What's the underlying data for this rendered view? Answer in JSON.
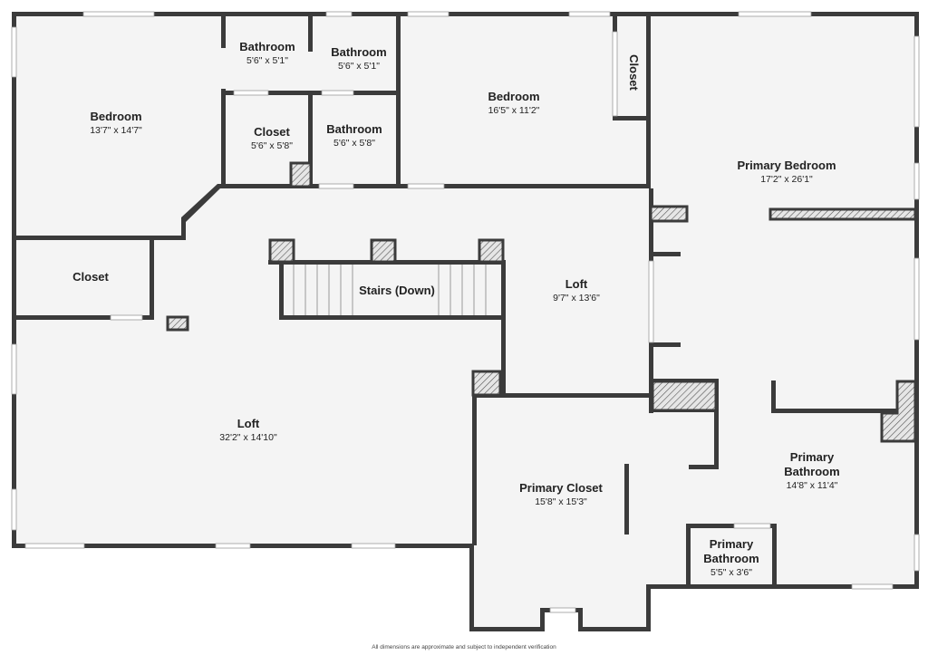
{
  "rooms": {
    "bedroom_left": {
      "name": "Bedroom",
      "dim": "13'7\" x 14'7\""
    },
    "bathroom_1": {
      "name": "Bathroom",
      "dim": "5'6\" x 5'1\""
    },
    "bathroom_2": {
      "name": "Bathroom",
      "dim": "5'6\" x 5'1\""
    },
    "closet_small": {
      "name": "Closet",
      "dim": "5'6\" x 5'8\""
    },
    "bathroom_3": {
      "name": "Bathroom",
      "dim": "5'6\" x 5'8\""
    },
    "bedroom_mid": {
      "name": "Bedroom",
      "dim": "16'5\" x 11'2\""
    },
    "closet_vertical": {
      "name": "Closet"
    },
    "primary_bedroom": {
      "name": "Primary Bedroom",
      "dim": "17'2\" x 26'1\""
    },
    "closet_left": {
      "name": "Closet"
    },
    "stairs": {
      "name": "Stairs (Down)"
    },
    "loft_upper": {
      "name": "Loft",
      "dim": "9'7\" x 13'6\""
    },
    "loft_main": {
      "name": "Loft",
      "dim": "32'2\" x 14'10\""
    },
    "primary_closet": {
      "name": "Primary Closet",
      "dim": "15'8\" x 15'3\""
    },
    "primary_bathroom": {
      "name_line1": "Primary",
      "name_line2": "Bathroom",
      "dim": "14'8\" x 11'4\""
    },
    "primary_bathroom_small": {
      "name_line1": "Primary",
      "name_line2": "Bathroom",
      "dim": "5'5\" x 3'6\""
    }
  },
  "disclaimer": "All dimensions are approximate and subject to independent verification",
  "colors": {
    "wall": "#3b3b3b",
    "floor": "#f4f4f4",
    "background": "#ffffff"
  }
}
